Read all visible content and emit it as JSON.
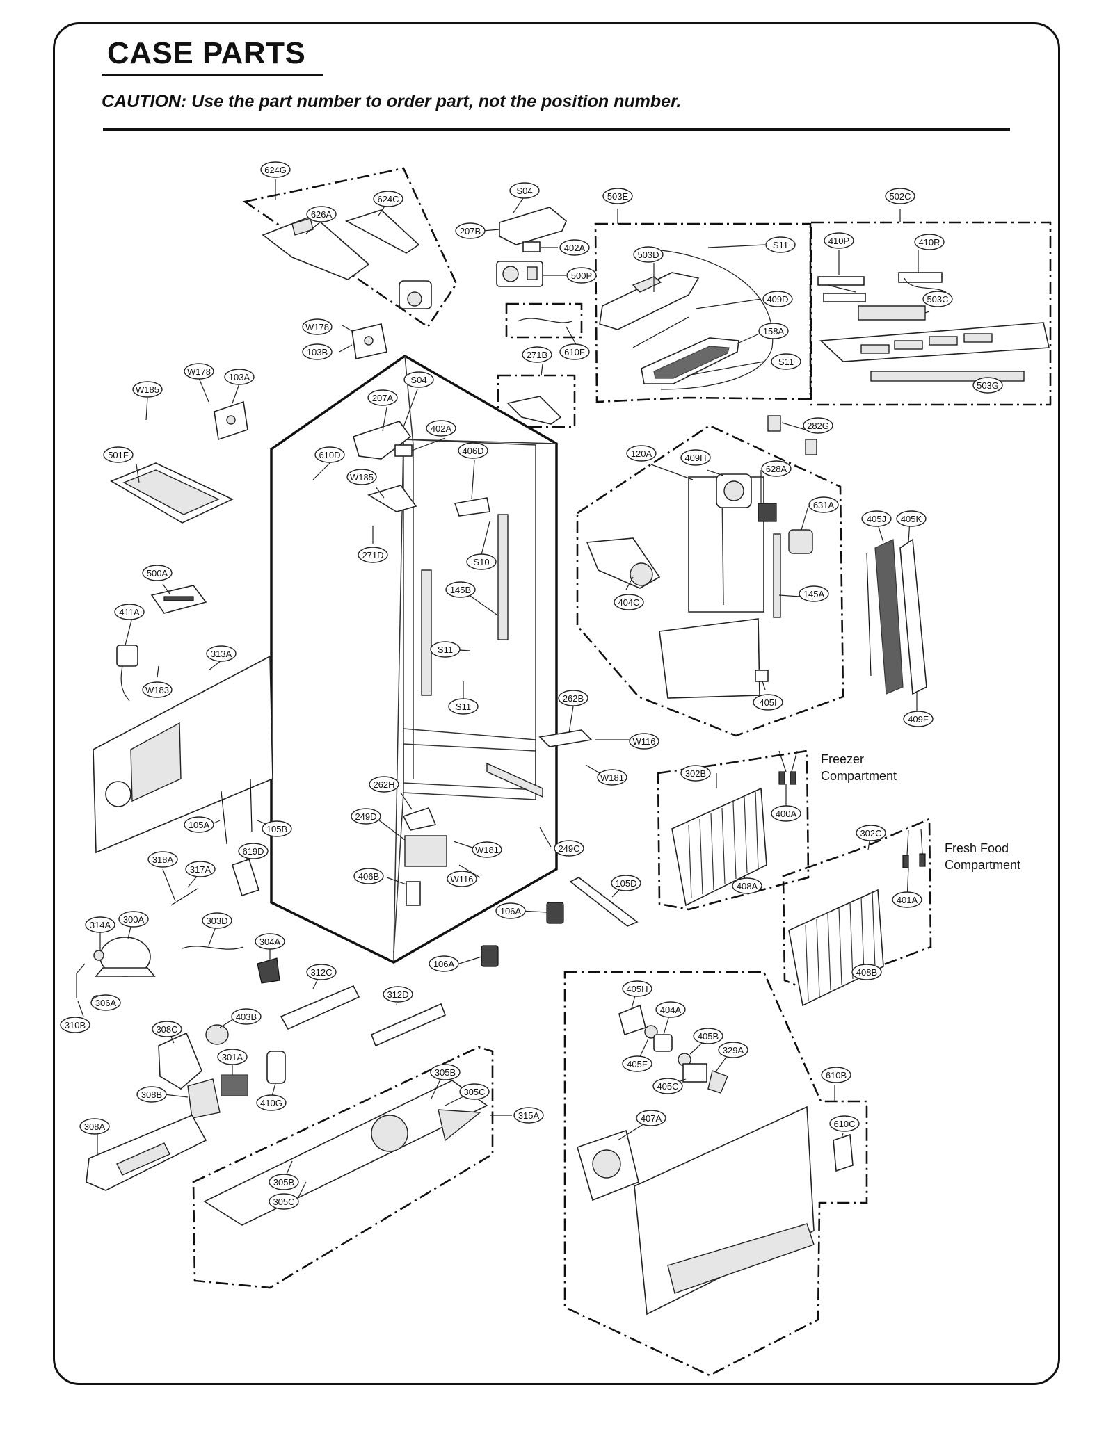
{
  "header": {
    "title": "CASE PARTS",
    "caution": "CAUTION: Use the part number to order part, not the position number."
  },
  "notes": {
    "freezer_line1": "Freezer",
    "freezer_line2": "Compartment",
    "fresh_line1": "Fresh Food",
    "fresh_line2": "Compartment"
  },
  "callouts": {
    "c624G": "624G",
    "c626A": "626A",
    "c624C": "624C",
    "cS04a": "S04",
    "c207Ba": "207B",
    "c402Aa": "402A",
    "c500P": "500P",
    "c610F": "610F",
    "c503E": "503E",
    "c503D": "503D",
    "cS11a": "S11",
    "c409D": "409D",
    "c158A": "158A",
    "cS11b": "S11",
    "c502C": "502C",
    "c410P": "410P",
    "c410R": "410R",
    "c503C": "503C",
    "c503G": "503G",
    "cW178a": "W178",
    "c103Ba": "103B",
    "cW178b": "W178",
    "c103A": "103A",
    "cW185a": "W185",
    "c501F": "501F",
    "c271Ba": "271B",
    "cS04b": "S04",
    "c207A": "207A",
    "c402Ab": "402A",
    "c610D": "610D",
    "c406D": "406D",
    "cW185b": "W185",
    "c271D": "271D",
    "cS10": "S10",
    "c145B": "145B",
    "cS11c": "S11",
    "cS11d": "S11",
    "c282G": "282G",
    "c120A": "120A",
    "c409H": "409H",
    "c628A": "628A",
    "c631A": "631A",
    "c405J": "405J",
    "c405K": "405K",
    "c404C": "404C",
    "c145A": "145A",
    "c405I": "405I",
    "c409F": "409F",
    "c500A": "500A",
    "c411A": "411A",
    "c313A": "313A",
    "cW183": "W183",
    "c262B": "262B",
    "cW116a": "W116",
    "cW181a": "W181",
    "c262H": "262H",
    "c249D": "249D",
    "cW181b": "W181",
    "c249C": "249C",
    "cW116b": "W116",
    "c406B": "406B",
    "c105A": "105A",
    "c105B": "105B",
    "c619D": "619D",
    "c318A": "318A",
    "c317A": "317A",
    "c314A": "314A",
    "c300A": "300A",
    "c303D": "303D",
    "c304A": "304A",
    "c306A": "306A",
    "c310B": "310B",
    "c106Aa": "106A",
    "c105D": "105D",
    "c106Ab": "106A",
    "c312C": "312C",
    "c312D": "312D",
    "c308C": "308C",
    "c403B": "403B",
    "c301A": "301A",
    "c308B": "308B",
    "c410G": "410G",
    "c308A": "308A",
    "c305Ba": "305B",
    "c305Ca": "305C",
    "c315A": "315A",
    "c305Bb": "305B",
    "c305Cb": "305C",
    "c302B": "302B",
    "c400A": "400A",
    "c408A": "408A",
    "c302C": "302C",
    "c401A": "401A",
    "c408B": "408B",
    "c405H": "405H",
    "c404A": "404A",
    "c405F": "405F",
    "c405B": "405B",
    "c329A": "329A",
    "c405C": "405C",
    "c407A": "407A",
    "c610B": "610B",
    "c610C": "610C"
  }
}
